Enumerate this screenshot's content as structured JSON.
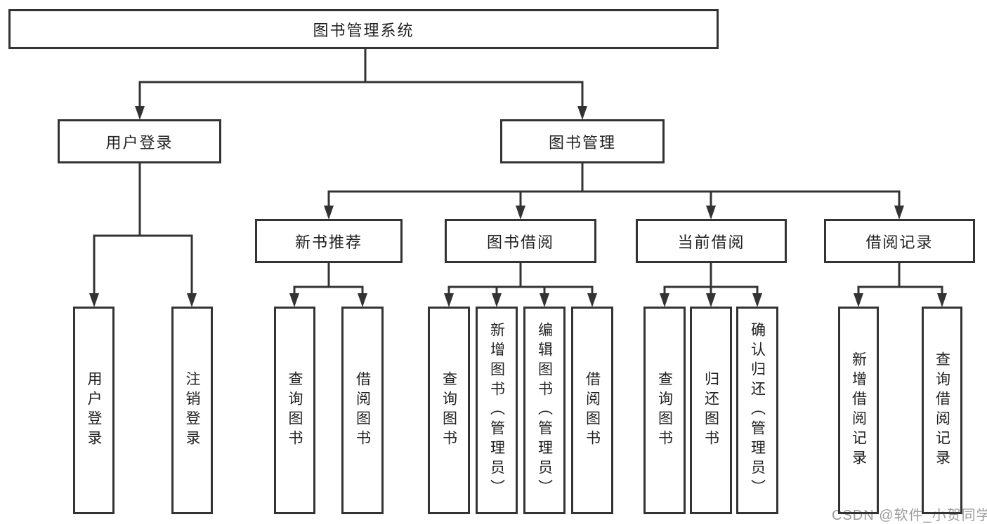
{
  "colors": {
    "line": "#333333",
    "box_border": "#333333",
    "text": "#222222",
    "watermark": "#9c9c9c",
    "background": "#ffffff"
  },
  "root": {
    "label": "图书管理系统"
  },
  "branches": [
    {
      "label": "用户登录",
      "children": [
        {
          "label": "用户登录"
        },
        {
          "label": "注销登录"
        }
      ]
    },
    {
      "label": "图书管理",
      "children": [
        {
          "label": "新书推荐",
          "children": [
            {
              "label": "查询图书"
            },
            {
              "label": "借阅图书"
            }
          ]
        },
        {
          "label": "图书借阅",
          "children": [
            {
              "label": "查询图书"
            },
            {
              "label": "新增图书（管理员）"
            },
            {
              "label": "编辑图书（管理员）"
            },
            {
              "label": "借阅图书"
            }
          ]
        },
        {
          "label": "当前借阅",
          "children": [
            {
              "label": "查询图书"
            },
            {
              "label": "归还图书"
            },
            {
              "label": "确认归还（管理员）"
            }
          ]
        },
        {
          "label": "借阅记录",
          "children": [
            {
              "label": "新增借阅记录"
            },
            {
              "label": "查询借阅记录"
            }
          ]
        }
      ]
    }
  ],
  "watermark": {
    "text": "CSDN @软件_小贺同学"
  }
}
